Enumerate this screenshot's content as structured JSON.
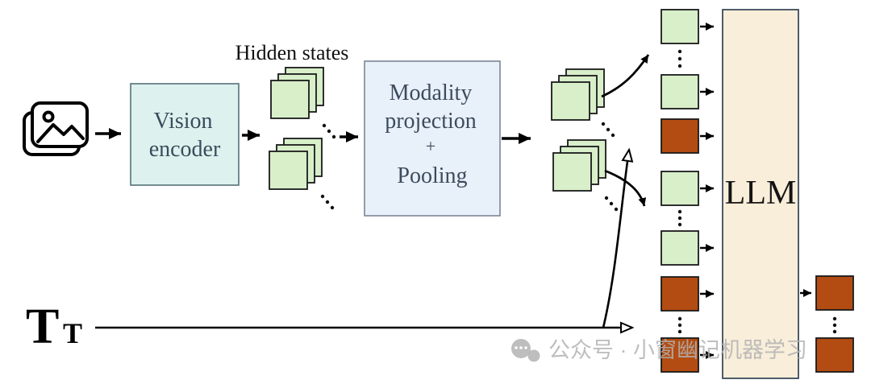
{
  "diagram": {
    "hidden_states_label": "Hidden states",
    "vision_encoder": {
      "line1": "Vision",
      "line2": "encoder"
    },
    "modality_projection": {
      "line1": "Modality",
      "line2": "projection",
      "line3": "+",
      "line4": "Pooling"
    },
    "llm_label": "LLM",
    "text_input": {
      "symbol": "T",
      "subscript": "T"
    },
    "token_column": [
      "image-token",
      "ellipsis",
      "image-token",
      "text-token",
      "image-token",
      "ellipsis",
      "image-token",
      "text-token",
      "ellipsis",
      "text-token"
    ],
    "output_column": [
      "output-token",
      "ellipsis",
      "output-token"
    ]
  },
  "colors": {
    "image_token_green": "#d8efca",
    "text_token_brown": "#b24c12",
    "encoder_box_fill": "#ddf2ee",
    "projection_box_fill": "#e8f0fa",
    "llm_box_fill": "#f8eeda",
    "box_text": "#3c4b5c",
    "watermark_gray": "#b3b3b3"
  },
  "watermark": {
    "text": "公众号 · 小窗幽记机器学习"
  }
}
